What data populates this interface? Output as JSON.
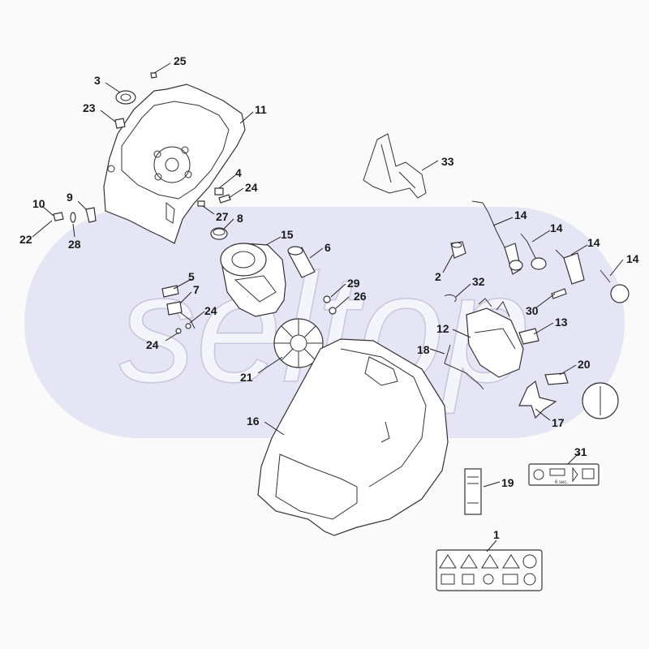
{
  "watermark": {
    "text": "seltop",
    "color": "#dcdcf0"
  },
  "colors": {
    "ink": "#333333",
    "background": "#fafafa"
  },
  "labels": [
    {
      "id": "1",
      "text": "1"
    },
    {
      "id": "2",
      "text": "2"
    },
    {
      "id": "3",
      "text": "3"
    },
    {
      "id": "4",
      "text": "4"
    },
    {
      "id": "5",
      "text": "5"
    },
    {
      "id": "6",
      "text": "6"
    },
    {
      "id": "7",
      "text": "7"
    },
    {
      "id": "8",
      "text": "8"
    },
    {
      "id": "9",
      "text": "9"
    },
    {
      "id": "10",
      "text": "10"
    },
    {
      "id": "11",
      "text": "11"
    },
    {
      "id": "12",
      "text": "12"
    },
    {
      "id": "13",
      "text": "13"
    },
    {
      "id": "14a",
      "text": "14"
    },
    {
      "id": "14b",
      "text": "14"
    },
    {
      "id": "14c",
      "text": "14"
    },
    {
      "id": "14d",
      "text": "14"
    },
    {
      "id": "15",
      "text": "15"
    },
    {
      "id": "16",
      "text": "16"
    },
    {
      "id": "17",
      "text": "17"
    },
    {
      "id": "18",
      "text": "18"
    },
    {
      "id": "19",
      "text": "19"
    },
    {
      "id": "20",
      "text": "20"
    },
    {
      "id": "21",
      "text": "21"
    },
    {
      "id": "22",
      "text": "22"
    },
    {
      "id": "23",
      "text": "23"
    },
    {
      "id": "24a",
      "text": "24"
    },
    {
      "id": "24b",
      "text": "24"
    },
    {
      "id": "24c",
      "text": "24"
    },
    {
      "id": "25",
      "text": "25"
    },
    {
      "id": "26",
      "text": "26"
    },
    {
      "id": "27",
      "text": "27"
    },
    {
      "id": "28",
      "text": "28"
    },
    {
      "id": "29",
      "text": "29"
    },
    {
      "id": "30",
      "text": "30"
    },
    {
      "id": "31",
      "text": "31"
    },
    {
      "id": "32",
      "text": "32"
    },
    {
      "id": "33",
      "text": "33"
    }
  ],
  "sticker31": {
    "text": "6 sec."
  }
}
